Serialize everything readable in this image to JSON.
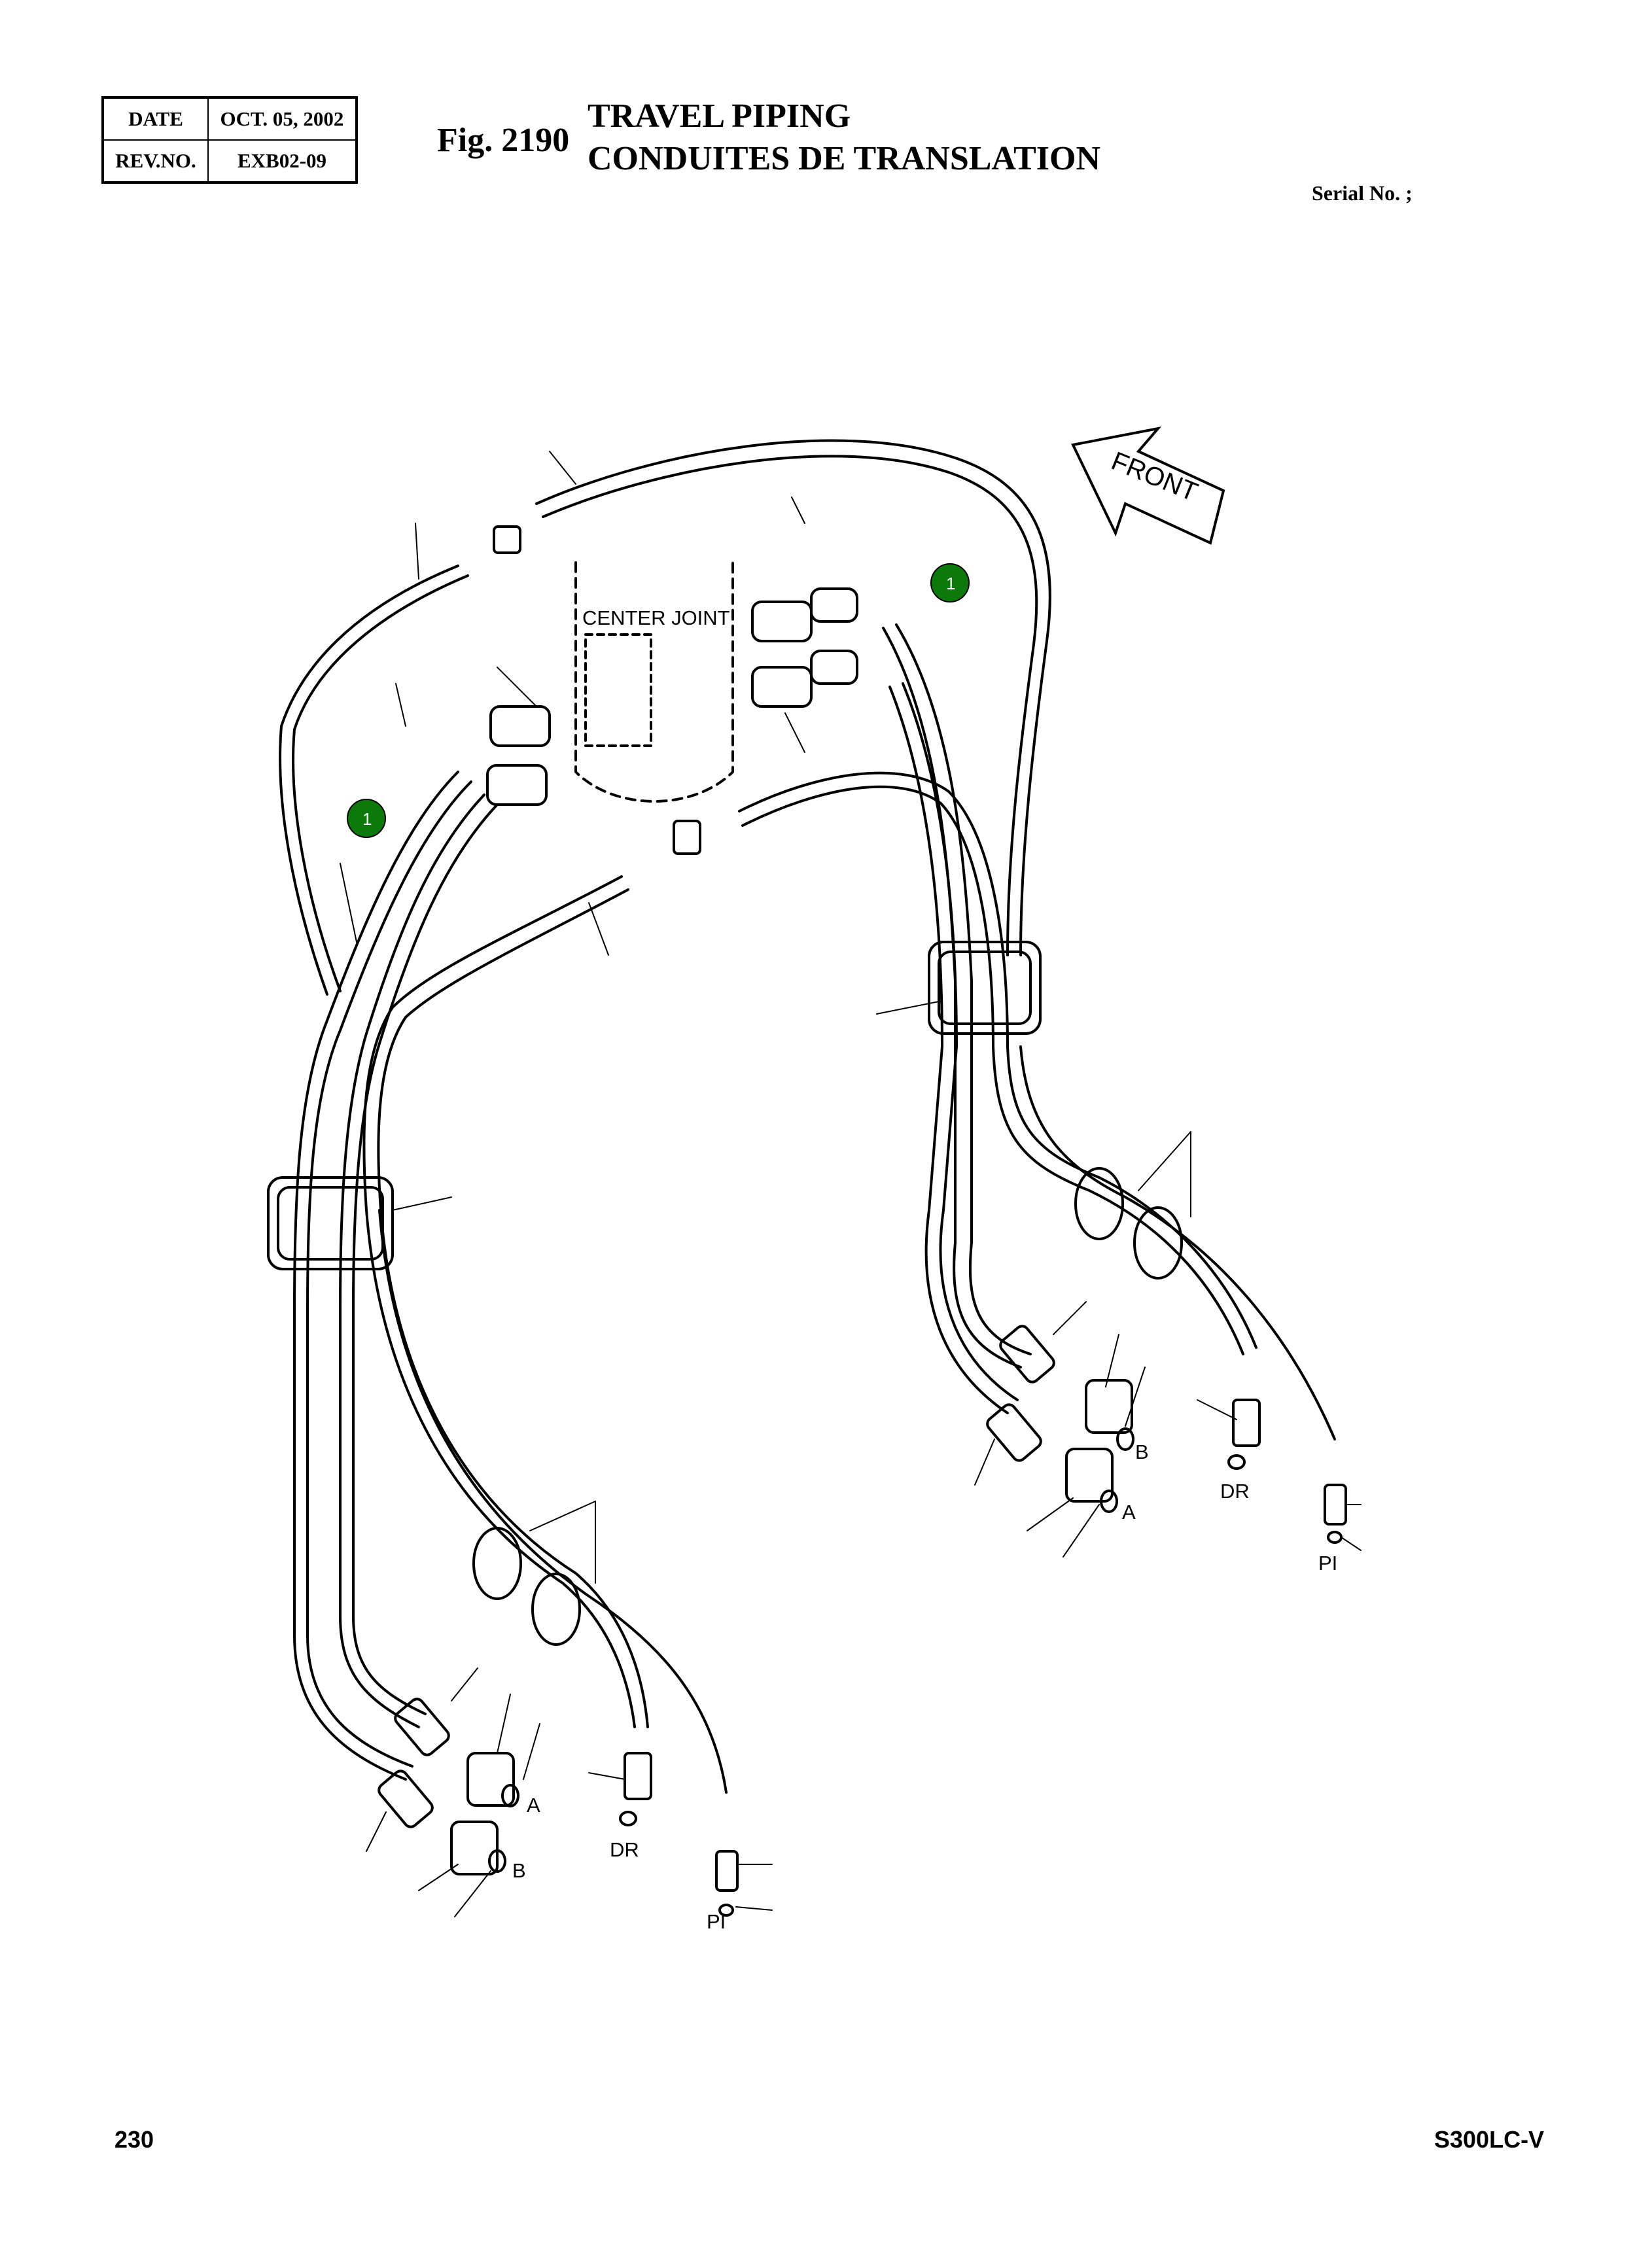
{
  "header": {
    "date_label": "DATE",
    "date_value": "OCT. 05, 2002",
    "rev_label": "REV.NO.",
    "rev_value": "EXB02-09",
    "fig_number": "Fig. 2190",
    "title_en": "TRAVEL PIPING",
    "title_fr": "CONDUITES DE TRANSLATION",
    "serial": "Serial No. ;"
  },
  "diagram": {
    "center_joint_label": "CENTER JOINT",
    "front_label": "FRONT",
    "callouts": [
      "1",
      "1"
    ],
    "port_labels": {
      "right_b": "B",
      "right_a": "A",
      "right_dr": "DR",
      "right_pi": "PI",
      "left_a": "A",
      "left_b": "B",
      "left_dr": "DR",
      "left_pi": "PI"
    },
    "callout_color": "#0b7a0b"
  },
  "footer": {
    "page_number": "230",
    "model": "S300LC-V"
  }
}
